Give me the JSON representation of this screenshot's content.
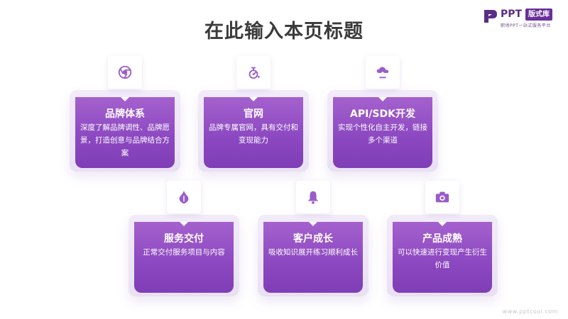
{
  "title": "在此输入本页标题",
  "logo": {
    "brand": "PPT",
    "badge": "版式库",
    "tagline": "职场PPT一站式服务平台"
  },
  "watermark": "www.pptcool.com",
  "cards": [
    {
      "title": "品牌体系",
      "desc": "深度了解品牌调性、品牌愿景，打造创意与品牌结合方案",
      "icon": "chrome-icon"
    },
    {
      "title": "官网",
      "desc": "品牌专属官网，具有交付和变现能力",
      "icon": "bicycle-icon"
    },
    {
      "title": "API/SDK开发",
      "desc": "实现个性化自主开发，链接多个渠道",
      "icon": "cloud-upload-icon"
    },
    {
      "title": "服务交付",
      "desc": "正常交付服务项目与内容",
      "icon": "garlic-icon"
    },
    {
      "title": "客户成长",
      "desc": "吸收知识展开练习顺利成长",
      "icon": "bell-icon"
    },
    {
      "title": "产品成熟",
      "desc": "可以快速进行变现产生衍生价值",
      "icon": "camera-icon"
    }
  ],
  "colors": {
    "accent": "#8b47c0",
    "frame": "#ece3f5",
    "title": "#3b3b3b"
  }
}
